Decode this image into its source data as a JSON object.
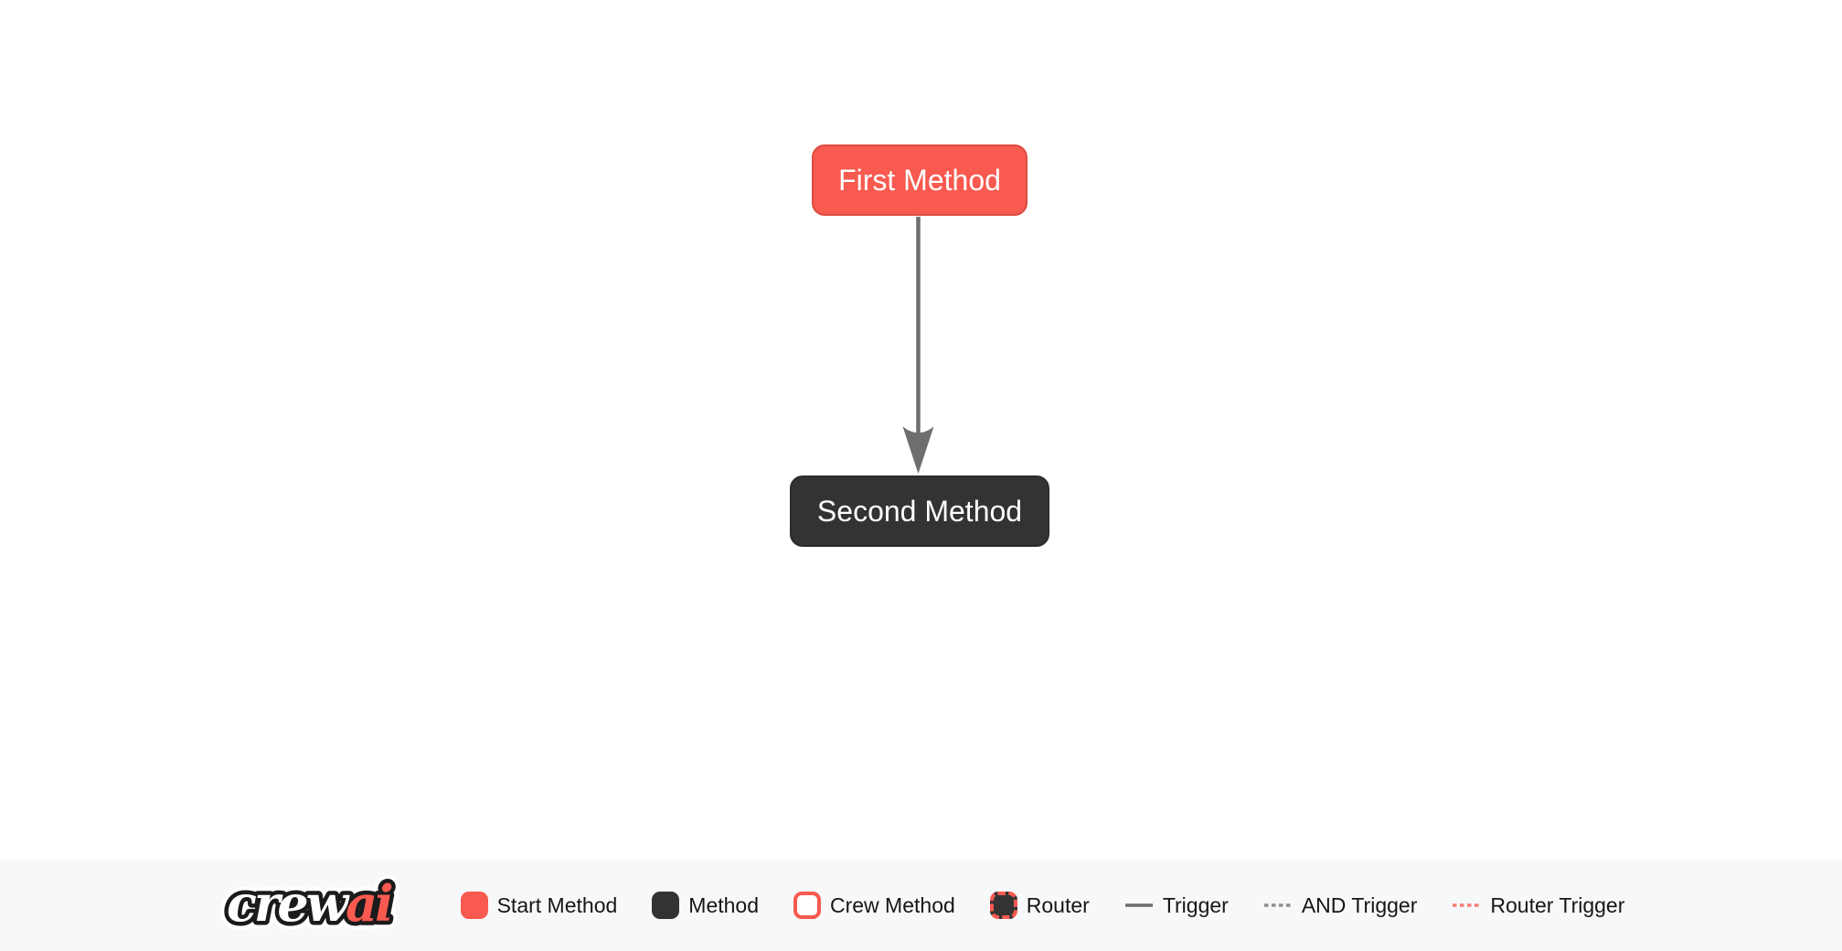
{
  "canvas": {
    "nodes": [
      {
        "label": "First Method",
        "type": "start-method"
      },
      {
        "label": "Second Method",
        "type": "method"
      }
    ],
    "edges": [
      {
        "from": "First Method",
        "to": "Second Method",
        "type": "trigger"
      }
    ]
  },
  "footer": {
    "logo": {
      "crew": "crew",
      "ai": "ai"
    },
    "legend": [
      {
        "label": "Start Method",
        "swatch": "start-method-node"
      },
      {
        "label": "Method",
        "swatch": "method-node"
      },
      {
        "label": "Crew Method",
        "swatch": "crew-method-node"
      },
      {
        "label": "Router",
        "swatch": "router-node"
      },
      {
        "label": "Trigger",
        "swatch": "solid-gray-line"
      },
      {
        "label": "AND Trigger",
        "swatch": "dashed-gray-line"
      },
      {
        "label": "Router Trigger",
        "swatch": "dashed-red-line"
      }
    ]
  },
  "colors": {
    "accent_red": "#F85A50",
    "accent_red_border": "#DD4B41",
    "dark_node": "#333333",
    "edge_gray": "#6E6E6E",
    "dashed_gray": "#8E8E8E",
    "dashed_red": "#F87E73",
    "footer_bg": "#F7F8FA",
    "canvas_bg": "#FFFFFF"
  }
}
